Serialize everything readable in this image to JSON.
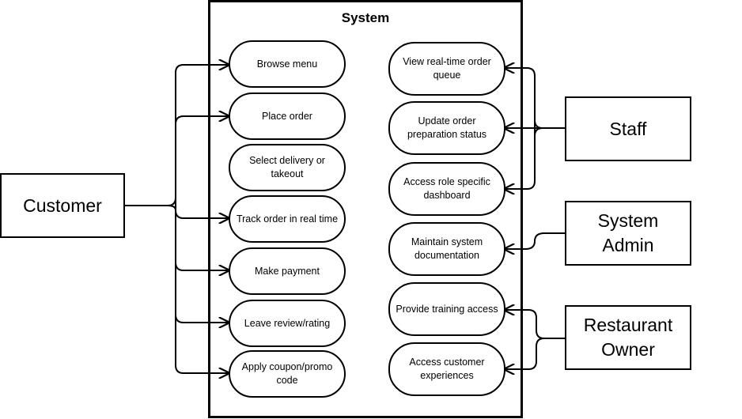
{
  "system": {
    "title": "System"
  },
  "actors": {
    "customer": {
      "name": "Customer"
    },
    "staff": {
      "name": "Staff"
    },
    "system_admin": {
      "line1": "System",
      "line2": "Admin"
    },
    "restaurant_owner": {
      "line1": "Restaurant",
      "line2": "Owner"
    }
  },
  "use_cases_left": [
    {
      "label": "Browse menu"
    },
    {
      "label": "Place order"
    },
    {
      "label": "Select delivery or takeout"
    },
    {
      "label": "Track order in real time"
    },
    {
      "label": "Make payment"
    },
    {
      "label": "Leave review/rating"
    },
    {
      "label": "Apply coupon/promo code"
    }
  ],
  "use_cases_right": [
    {
      "label": "View real-time order queue"
    },
    {
      "label": "Update order preparation status"
    },
    {
      "label": "Access role specific dashboard"
    },
    {
      "label": "Maintain system documentation"
    },
    {
      "label": "Provide training access"
    },
    {
      "label": "Access customer experiences"
    }
  ]
}
